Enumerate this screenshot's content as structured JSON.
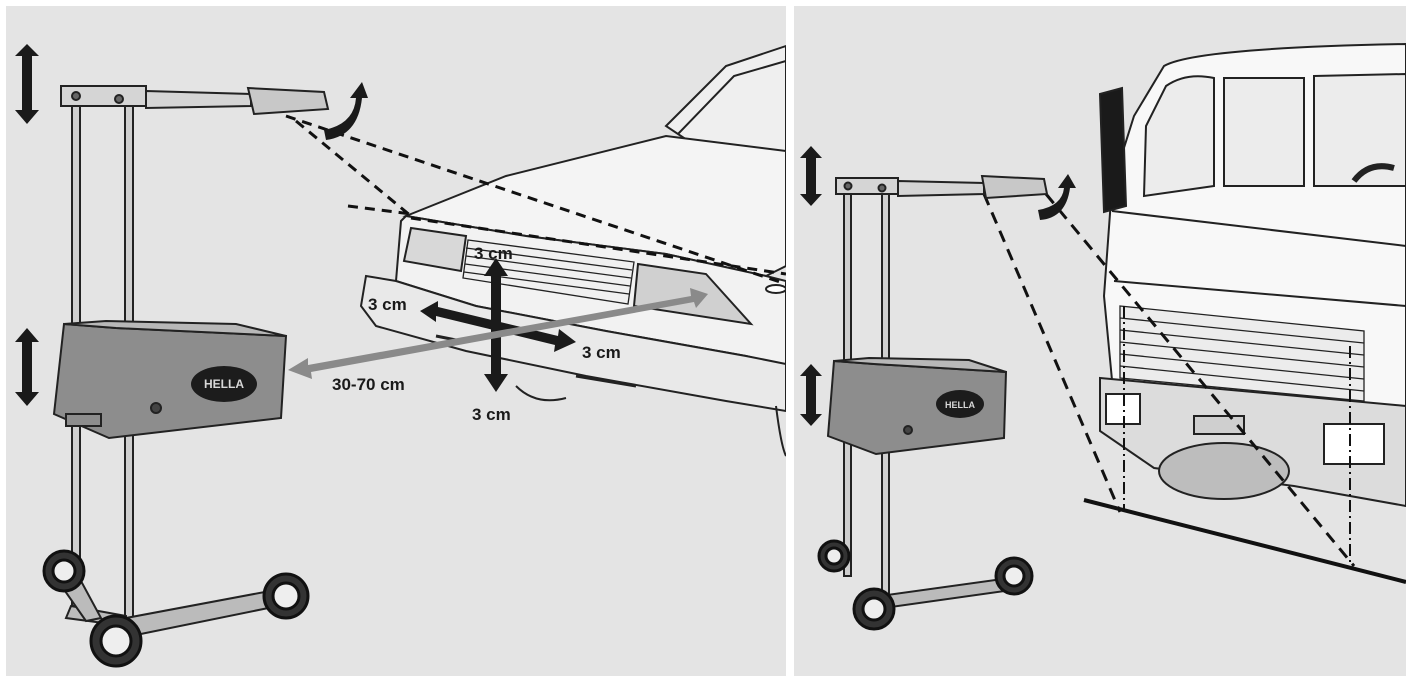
{
  "left_figure": {
    "label_top": "3 cm",
    "label_left": "3 cm",
    "label_right": "3 cm",
    "label_bottom": "3 cm",
    "label_distance": "30-70 cm",
    "logo_text": "HELLA"
  },
  "right_figure": {
    "logo_text": "HELLA"
  }
}
